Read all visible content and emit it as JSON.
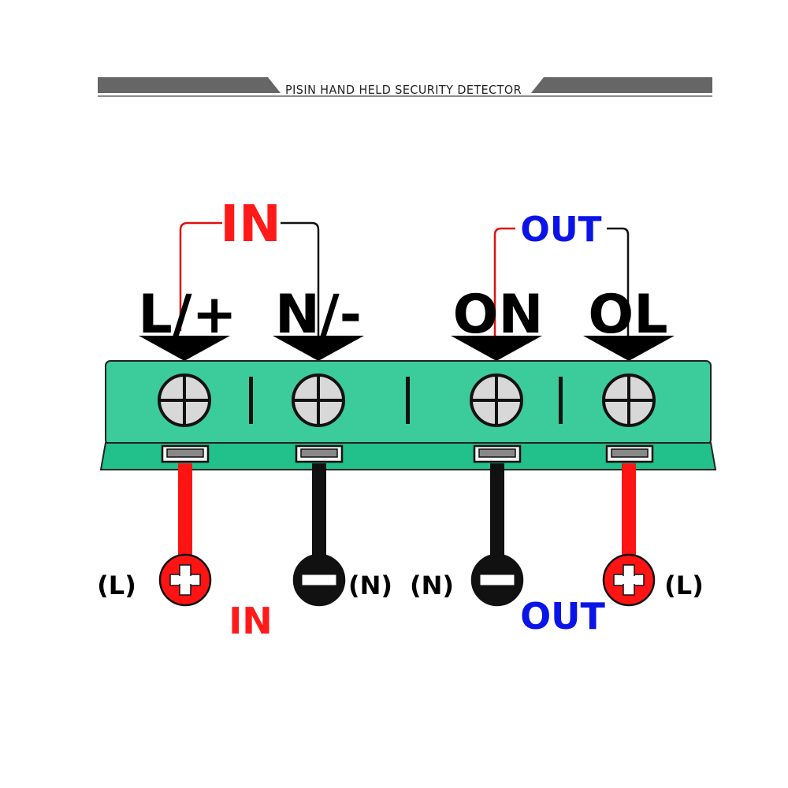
{
  "banner": {
    "title": "PISIN HAND HELD SECURITY DETECTOR"
  },
  "top_groups": {
    "in_label": "IN",
    "out_label": "OUT"
  },
  "terminals": [
    {
      "label": "L/+",
      "wire_color": "#ff1414",
      "polarity": "plus",
      "side_label": "(L)"
    },
    {
      "label": "N/-",
      "wire_color": "#111111",
      "polarity": "minus",
      "side_label": "(N)"
    },
    {
      "label": "ON",
      "wire_color": "#111111",
      "polarity": "minus",
      "side_label": "(N)"
    },
    {
      "label": "OL",
      "wire_color": "#ff1414",
      "polarity": "plus",
      "side_label": "(L)"
    }
  ],
  "bottom_groups": {
    "in_label": "IN",
    "out_label": "OUT"
  },
  "colors": {
    "block_green": "#3ccb9a",
    "block_dark_green": "#22b57f",
    "red": "#ff1414",
    "blue": "#0a14e6",
    "banner_gray": "#666666"
  }
}
